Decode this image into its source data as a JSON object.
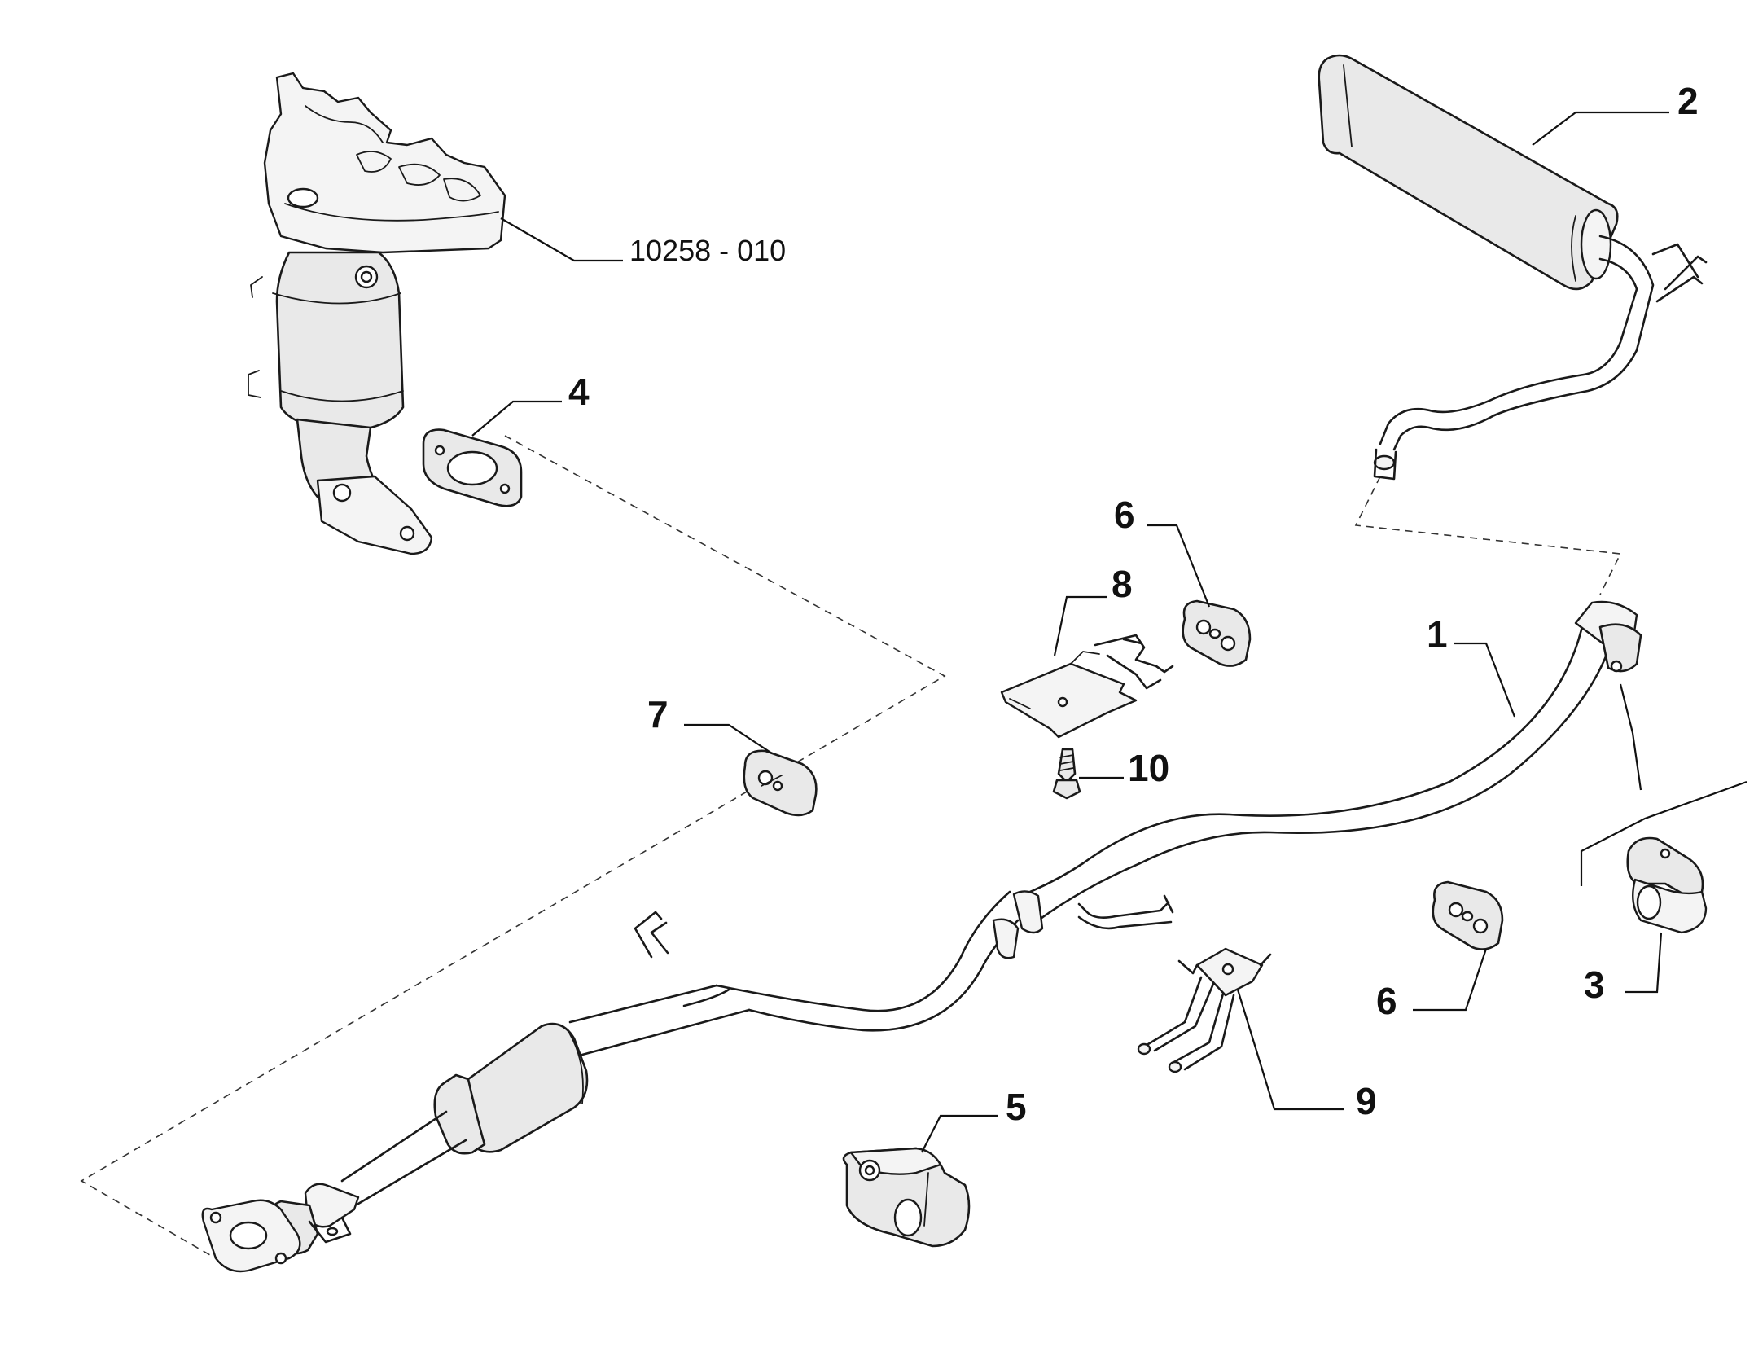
{
  "callouts": {
    "c1": "1",
    "c2": "2",
    "c3": "3",
    "c4": "4",
    "c5": "5",
    "c6a": "6",
    "c6b": "6",
    "c7": "7",
    "c8": "8",
    "c9": "9",
    "c10": "10",
    "ref": "10258 - 010"
  }
}
